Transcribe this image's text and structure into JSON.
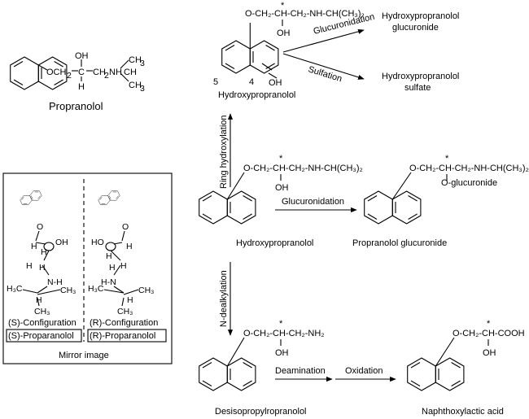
{
  "propranolol": {
    "oh": "OH",
    "chain_left": "OCH",
    "sub_2": "2",
    "carbon": "C",
    "h": "H",
    "chain_right": "CH",
    "nh": "NH",
    "ch": "CH",
    "ch3_top": "CH",
    "ch3_bottom": "CH",
    "sub_3": "3",
    "name": "Propranolol"
  },
  "chains": {
    "top": "O-CH₂-CH-CH₂-NH-CH(CH₃)₂",
    "mid": "O-CH₂-CH-CH₂-NH-CH(CH₃)₂",
    "glucuronide": "O-CH₂-CH-CH₂-NH-CH(CH₃)₂",
    "desisopropyl": "O-CH₂-CH-CH₂-NH₂",
    "lactic": "O-CH₂-CH-COOH"
  },
  "labels": {
    "oh": "OH",
    "star": "*",
    "o_glucuronide": "O-glucuronide",
    "pos5": "5",
    "pos4": "4"
  },
  "compounds": {
    "hydroxy_top": "Hydroxypropranolol",
    "hydroxy_glucuronide_1": "Hydroxypropranolol",
    "hydroxy_glucuronide_2": "glucuronide",
    "hydroxy_sulfate_1": "Hydroxypropranolol",
    "hydroxy_sulfate_2": "sulfate",
    "hydroxy_mid": "Hydroxypropranolol",
    "propranolol_glucuronide": "Propranolol glucuronide",
    "desisopropyl": "Desisopropylropranolol",
    "naphthoxylactic": "Naphthoxylactic acid"
  },
  "reactions": {
    "glucuronidation_top": "Glucuronidation",
    "sulfation": "Sulfation",
    "ring_hydroxylation": "Ring hydroxylation",
    "glucuronidation_mid": "Glucuronidation",
    "n_dealkylation": "N-dealkylation",
    "deamination": "Deamination",
    "oxidation": "Oxidation"
  },
  "stereo": {
    "s_config": "(S)-Configuration",
    "r_config": "(R)-Configuration",
    "s_name": "(S)-Proparanolol",
    "r_name": "(R)-Proparanolol",
    "mirror": "Mirror image",
    "o": "O",
    "oh": "OH",
    "ho": "HO",
    "h": "H",
    "nh": "N-H",
    "hn": "H-N",
    "h3c": "H₃C",
    "ch3": "CH₃"
  }
}
